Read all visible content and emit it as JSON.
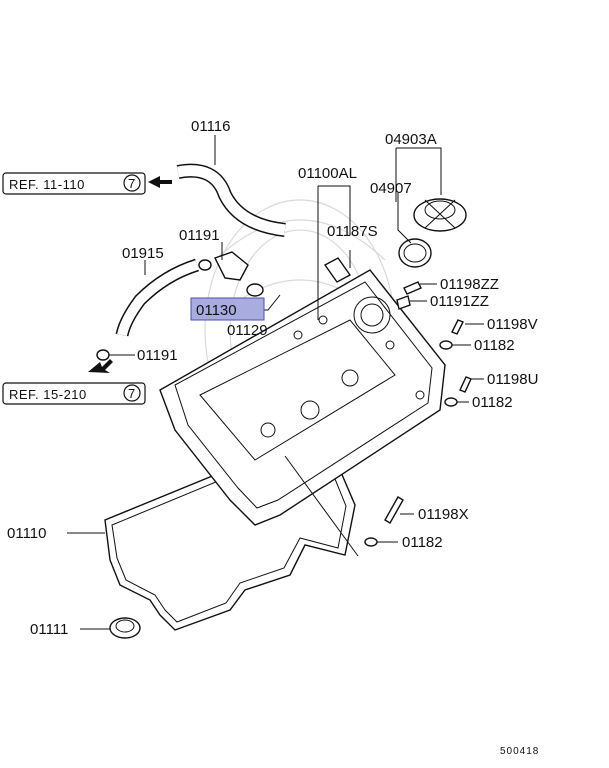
{
  "refs": [
    {
      "text": "REF. 11-110",
      "circle": "7"
    },
    {
      "text": "REF. 15-210",
      "circle": "7"
    }
  ],
  "labels": {
    "p01116": "01116",
    "p04903A": "04903A",
    "p01100AL": "01100AL",
    "p04907": "04907",
    "p01187S": "01187S",
    "p01191_top": "01191",
    "p01915": "01915",
    "p01198ZZ": "01198ZZ",
    "p01191ZZ": "01191ZZ",
    "p01130": "01130",
    "p01129": "01129",
    "p01198V": "01198V",
    "p01191_bottom": "01191",
    "p01182_a": "01182",
    "p01198U": "01198U",
    "p01182_b": "01182",
    "p01198X": "01198X",
    "p01110": "01110",
    "p01182_c": "01182",
    "p01111": "01111",
    "diagram_id": "500418"
  },
  "highlight_color": "#a9acde",
  "highlight_border": "#4a4fb0"
}
